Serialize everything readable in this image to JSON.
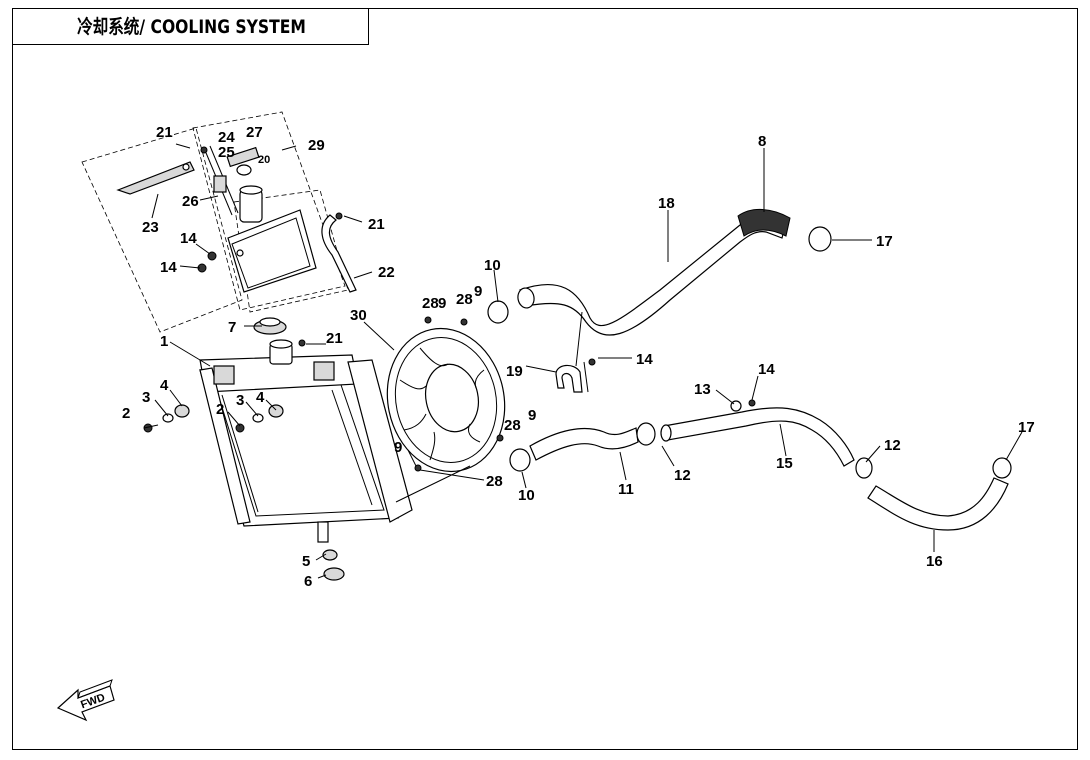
{
  "title": "冷却系统/ COOLING SYSTEM",
  "direction_label": "FWD",
  "callouts": [
    {
      "id": "c1",
      "text": "1"
    },
    {
      "id": "c2a",
      "text": "2"
    },
    {
      "id": "c2b",
      "text": "2"
    },
    {
      "id": "c3a",
      "text": "3"
    },
    {
      "id": "c3b",
      "text": "3"
    },
    {
      "id": "c4a",
      "text": "4"
    },
    {
      "id": "c4b",
      "text": "4"
    },
    {
      "id": "c5",
      "text": "5"
    },
    {
      "id": "c6",
      "text": "6"
    },
    {
      "id": "c7",
      "text": "7"
    },
    {
      "id": "c8",
      "text": "8"
    },
    {
      "id": "c9a",
      "text": "9"
    },
    {
      "id": "c9b",
      "text": "9"
    },
    {
      "id": "c9c",
      "text": "9"
    },
    {
      "id": "c9d",
      "text": "9"
    },
    {
      "id": "c10a",
      "text": "10"
    },
    {
      "id": "c10b",
      "text": "10"
    },
    {
      "id": "c11",
      "text": "11"
    },
    {
      "id": "c12a",
      "text": "12"
    },
    {
      "id": "c12b",
      "text": "12"
    },
    {
      "id": "c13",
      "text": "13"
    },
    {
      "id": "c14a",
      "text": "14"
    },
    {
      "id": "c14b",
      "text": "14"
    },
    {
      "id": "c14c",
      "text": "14"
    },
    {
      "id": "c14d",
      "text": "14"
    },
    {
      "id": "c15",
      "text": "15"
    },
    {
      "id": "c16",
      "text": "16"
    },
    {
      "id": "c17a",
      "text": "17"
    },
    {
      "id": "c17b",
      "text": "17"
    },
    {
      "id": "c18",
      "text": "18"
    },
    {
      "id": "c19",
      "text": "19"
    },
    {
      "id": "c20",
      "text": "20"
    },
    {
      "id": "c21a",
      "text": "21"
    },
    {
      "id": "c21b",
      "text": "21"
    },
    {
      "id": "c21c",
      "text": "21"
    },
    {
      "id": "c22",
      "text": "22"
    },
    {
      "id": "c23",
      "text": "23"
    },
    {
      "id": "c24",
      "text": "24"
    },
    {
      "id": "c25",
      "text": "25"
    },
    {
      "id": "c26",
      "text": "26"
    },
    {
      "id": "c27",
      "text": "27"
    },
    {
      "id": "c28a",
      "text": "28"
    },
    {
      "id": "c28b",
      "text": "28"
    },
    {
      "id": "c28c",
      "text": "28"
    },
    {
      "id": "c28d",
      "text": "28"
    },
    {
      "id": "c29",
      "text": "29"
    },
    {
      "id": "c30",
      "text": "30"
    }
  ]
}
